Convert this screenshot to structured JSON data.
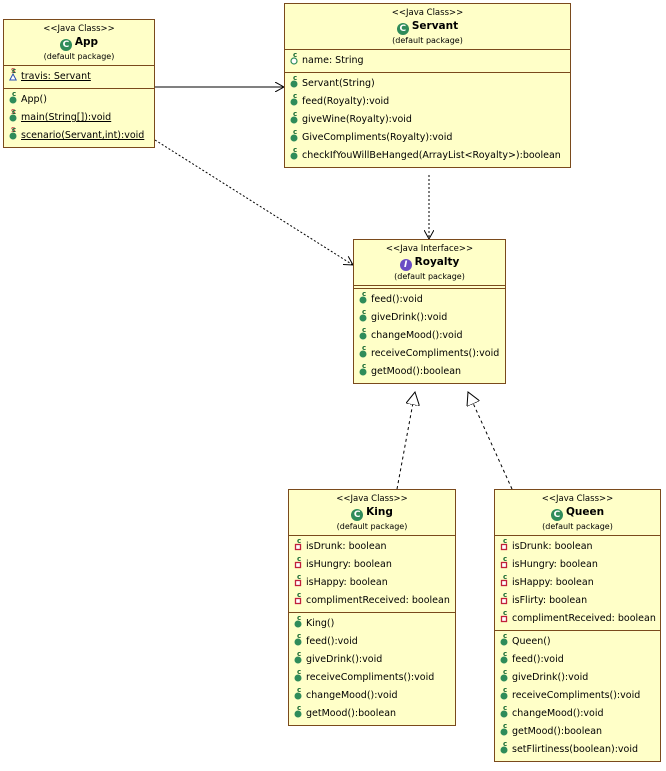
{
  "classes": {
    "app": {
      "stereotype": "<<Java Class>>",
      "name": "App",
      "package": "(default package)",
      "badge": "C",
      "fields": [
        {
          "icon": "package-triangle-icon",
          "static": true,
          "text": "travis: Servant"
        }
      ],
      "methods": [
        {
          "icon": "public-circle-icon",
          "constructor": true,
          "text": "App()"
        },
        {
          "icon": "public-circle-icon",
          "static": true,
          "text": "main(String[]):void"
        },
        {
          "icon": "public-circle-icon",
          "static": true,
          "text": "scenario(Servant,int):void"
        }
      ]
    },
    "servant": {
      "stereotype": "<<Java Class>>",
      "name": "Servant",
      "package": "(default package)",
      "badge": "C",
      "fields": [
        {
          "icon": "package-circle-icon",
          "text": "name: String"
        }
      ],
      "methods": [
        {
          "icon": "public-circle-icon",
          "constructor": true,
          "text": "Servant(String)"
        },
        {
          "icon": "public-circle-icon",
          "text": "feed(Royalty):void"
        },
        {
          "icon": "public-circle-icon",
          "text": "giveWine(Royalty):void"
        },
        {
          "icon": "public-circle-icon",
          "text": "GiveCompliments(Royalty):void"
        },
        {
          "icon": "public-circle-icon",
          "text": "checkIfYouWillBeHanged(ArrayList<Royalty>):boolean"
        }
      ]
    },
    "royalty": {
      "stereotype": "<<Java Interface>>",
      "name": "Royalty",
      "package": "(default package)",
      "badge": "I",
      "fields": [],
      "methods": [
        {
          "icon": "public-circle-icon",
          "text": "feed():void"
        },
        {
          "icon": "public-circle-icon",
          "text": "giveDrink():void"
        },
        {
          "icon": "public-circle-icon",
          "text": "changeMood():void"
        },
        {
          "icon": "public-circle-icon",
          "text": "receiveCompliments():void"
        },
        {
          "icon": "public-circle-icon",
          "text": "getMood():boolean"
        }
      ]
    },
    "king": {
      "stereotype": "<<Java Class>>",
      "name": "King",
      "package": "(default package)",
      "badge": "C",
      "fields": [
        {
          "icon": "private-square-icon",
          "text": "isDrunk: boolean"
        },
        {
          "icon": "private-square-icon",
          "text": "isHungry: boolean"
        },
        {
          "icon": "private-square-icon",
          "text": "isHappy: boolean"
        },
        {
          "icon": "private-square-icon",
          "text": "complimentReceived: boolean"
        }
      ],
      "methods": [
        {
          "icon": "public-circle-icon",
          "constructor": true,
          "text": "King()"
        },
        {
          "icon": "public-circle-icon",
          "text": "feed():void"
        },
        {
          "icon": "public-circle-icon",
          "text": "giveDrink():void"
        },
        {
          "icon": "public-circle-icon",
          "text": "receiveCompliments():void"
        },
        {
          "icon": "public-circle-icon",
          "text": "changeMood():void"
        },
        {
          "icon": "public-circle-icon",
          "text": "getMood():boolean"
        }
      ]
    },
    "queen": {
      "stereotype": "<<Java Class>>",
      "name": "Queen",
      "package": "(default package)",
      "badge": "C",
      "fields": [
        {
          "icon": "private-square-icon",
          "text": "isDrunk: boolean"
        },
        {
          "icon": "private-square-icon",
          "text": "isHungry: boolean"
        },
        {
          "icon": "private-square-icon",
          "text": "isHappy: boolean"
        },
        {
          "icon": "private-square-icon",
          "text": "isFlirty: boolean"
        },
        {
          "icon": "private-square-icon",
          "text": "complimentReceived: boolean"
        }
      ],
      "methods": [
        {
          "icon": "public-circle-icon",
          "constructor": true,
          "text": "Queen()"
        },
        {
          "icon": "public-circle-icon",
          "text": "feed():void"
        },
        {
          "icon": "public-circle-icon",
          "text": "giveDrink():void"
        },
        {
          "icon": "public-circle-icon",
          "text": "receiveCompliments():void"
        },
        {
          "icon": "public-circle-icon",
          "text": "changeMood():void"
        },
        {
          "icon": "public-circle-icon",
          "text": "getMood():boolean"
        },
        {
          "icon": "public-circle-icon",
          "text": "setFlirtiness(boolean):void"
        }
      ]
    }
  },
  "relations": [
    {
      "from": "app",
      "to": "servant",
      "kind": "association"
    },
    {
      "from": "app",
      "to": "royalty",
      "kind": "dependency"
    },
    {
      "from": "servant",
      "to": "royalty",
      "kind": "dependency"
    },
    {
      "from": "king",
      "to": "royalty",
      "kind": "realization"
    },
    {
      "from": "queen",
      "to": "royalty",
      "kind": "realization"
    }
  ],
  "colors": {
    "box_fill": "#ffffc8",
    "box_border": "#7a4a1c",
    "public_green": "#2f8c5a",
    "private_red": "#c0203a",
    "package_blue": "#2a4fb0",
    "interface_purple": "#6a4cc4"
  }
}
